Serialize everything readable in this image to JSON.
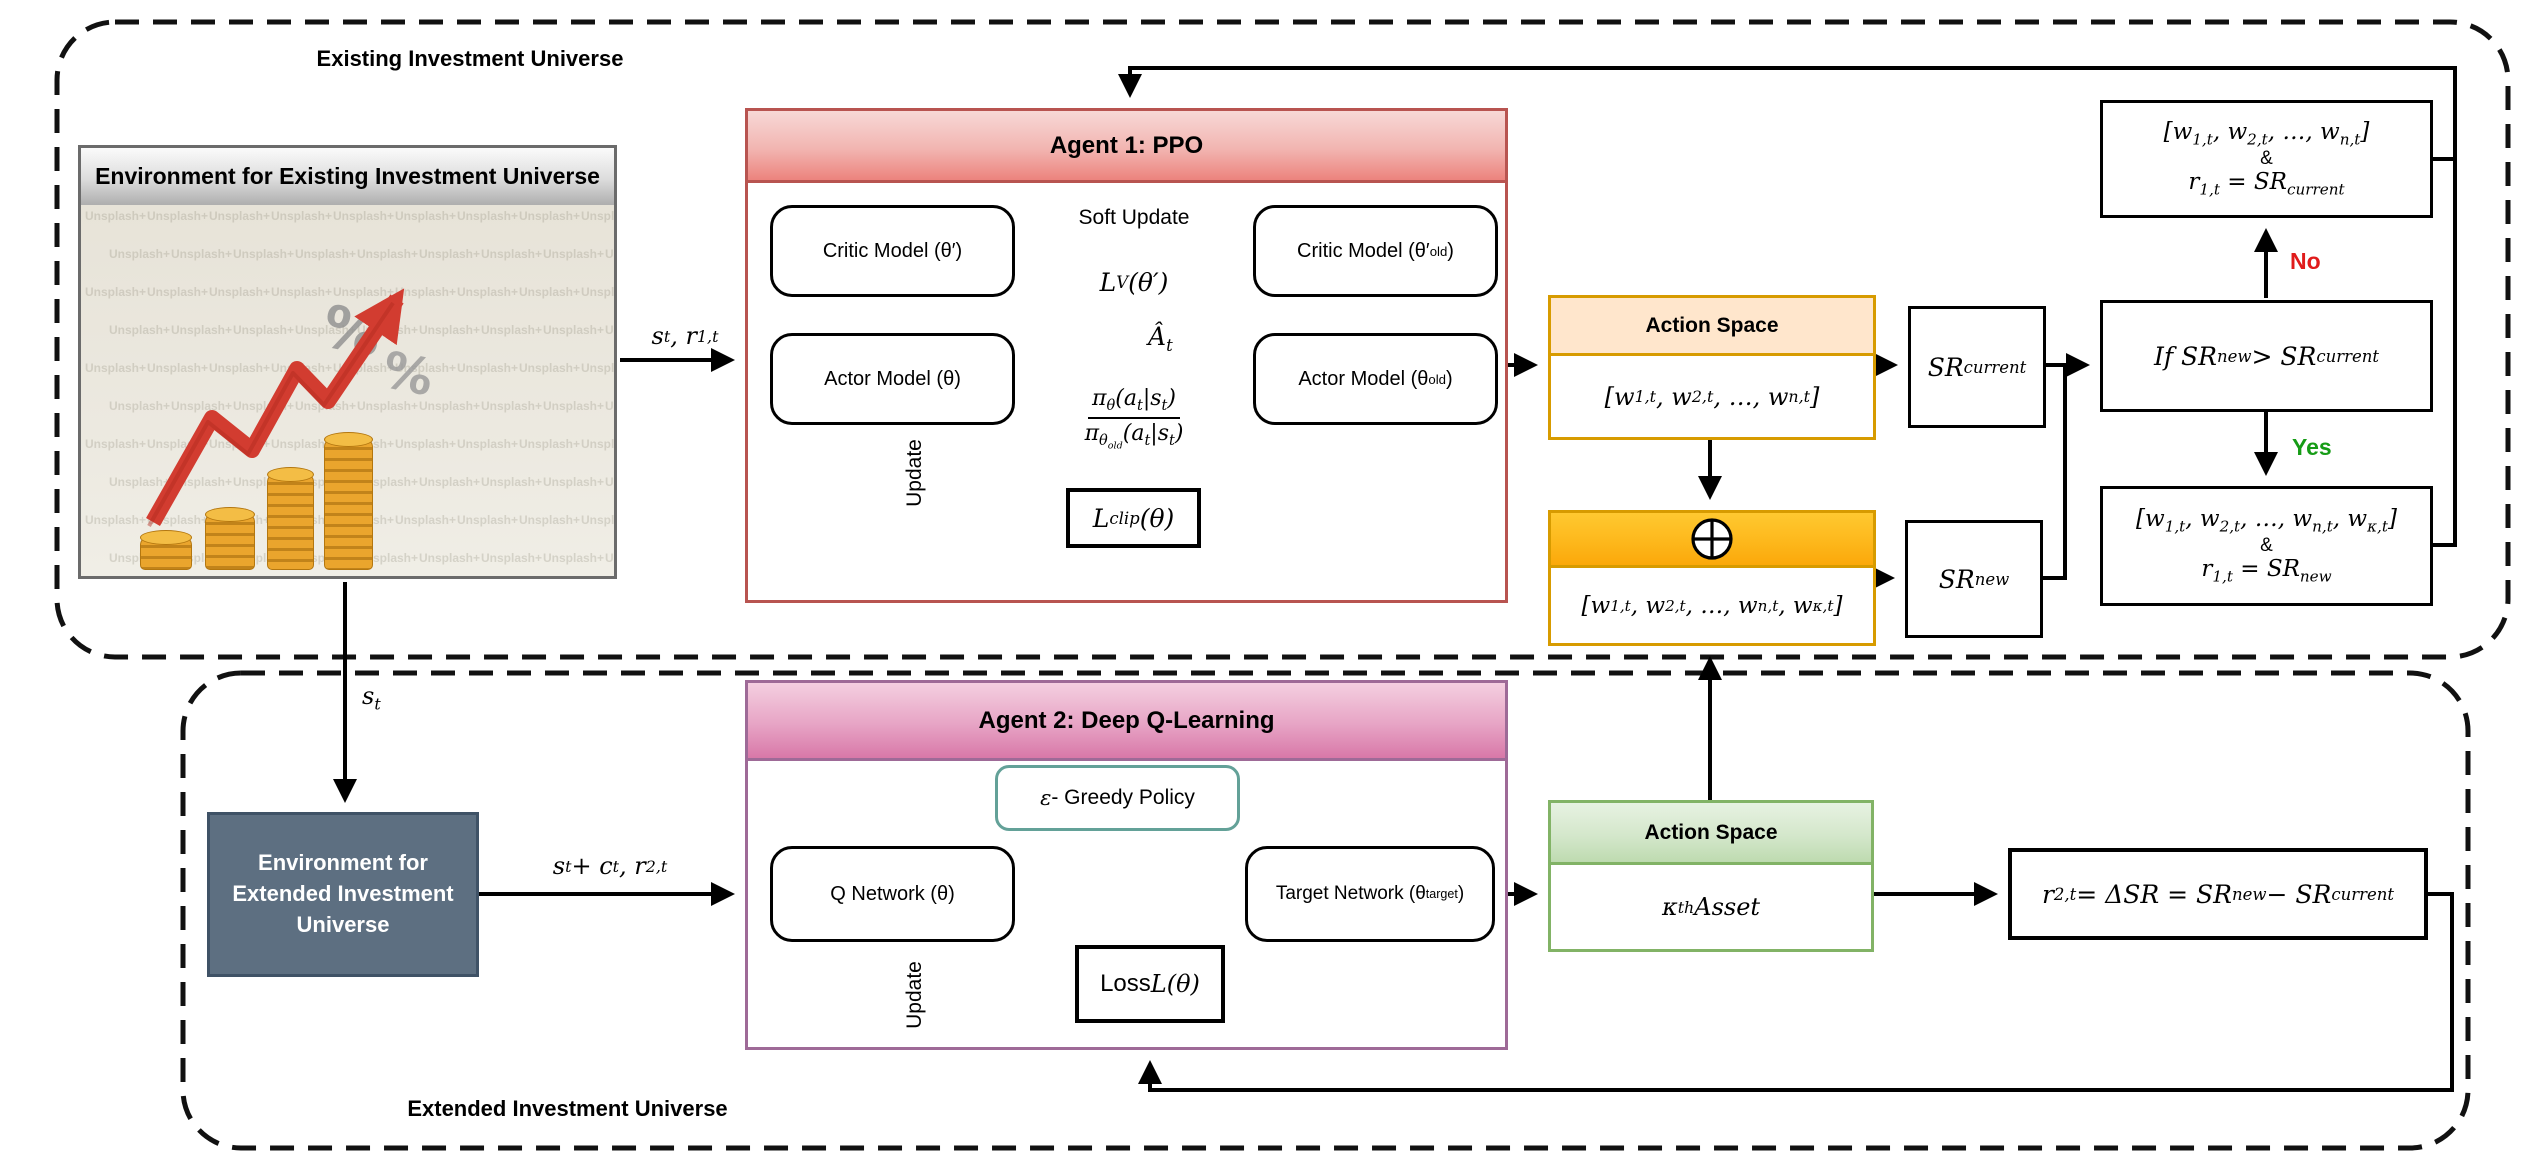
{
  "containers": {
    "existing": {
      "label": "Existing Investment Universe"
    },
    "extended": {
      "label": "Extended Investment Universe"
    }
  },
  "env_existing": {
    "title": "Environment for Existing Investment Universe",
    "watermark": "Unsplash+",
    "percent_large": "%",
    "percent_small": "%"
  },
  "env_extended": {
    "title": "Environment for Extended Investment Universe"
  },
  "agent1": {
    "title": "Agent 1: PPO",
    "critic": "Critic Model (θ′)",
    "critic_old": "Critic Model (θ′_{old})",
    "actor": "Actor Model (θ)",
    "actor_old": "Actor Model (θ_{old})",
    "soft_update": "Soft Update",
    "critic_loss": "L^{V}(θ′)",
    "advantage": "Â_{t}",
    "ratio_num": "π_{θ}(a_{t}|s_{t})",
    "ratio_den": "π_{θ_{old}}(a_{t}|s_{t})",
    "clip_loss": "L^{clip}(θ)",
    "update": "Update"
  },
  "agent2": {
    "title": "Agent 2: Deep Q-Learning",
    "q_network": "Q Network (θ)",
    "target_network": "Target Network (θ_{target})",
    "greedy_eps": "ε",
    "greedy_rest": " - Greedy Policy",
    "loss_prefix": "Loss ",
    "loss_math": "L(θ)",
    "update": "Update"
  },
  "action_space_ppo": {
    "title": "Action Space",
    "value": "[w_{1,t}, w_{2,t}, …, w_{n,t}]"
  },
  "combiner": {
    "icon": "oplus",
    "value": "[w_{1,t}, w_{2,t}, …, w_{n,t}, w_{κ,t}]"
  },
  "action_space_dqn": {
    "title": "Action Space",
    "value": "κ^{th} Asset"
  },
  "sharpe": {
    "current": "SR_{current}",
    "new": "SR_{new}"
  },
  "decision": {
    "condition": "If SR_{new} > SR_{current}",
    "no": "No",
    "yes": "Yes"
  },
  "outcome_no": {
    "line1": "[w_{1,t}, w_{2,t}, …, w_{n,t}]",
    "amp": "&",
    "line3": "r_{1,t} = SR_{current}"
  },
  "outcome_yes": {
    "line1": "[w_{1,t}, w_{2,t}, …, w_{n,t}, w_{κ,t}]",
    "amp": "&",
    "line3": "r_{1,t} = SR_{new}"
  },
  "reward2": "r_{2,t} = ΔSR = SR_{new} − SR_{current}",
  "flow_labels": {
    "state_reward1": "s_{t}, r_{1,t}",
    "state": "s_{t}",
    "state_cost_reward2": "s_{t} + c_{t}, r_{2,t}"
  },
  "colors": {
    "agent1_border": "#b85450",
    "agent1_header_top": "#f7d8d6",
    "agent1_header_bottom": "#ec837d",
    "agent2_border": "#9e6a97",
    "agent2_header_top": "#f4cfe0",
    "agent2_header_bottom": "#d878a8",
    "orange_border": "#d79b00",
    "orange_header": "#ffe6cc",
    "amber_top": "#ffc930",
    "amber_bottom": "#fba80a",
    "green_border": "#82b366",
    "green_header_top": "#e7f2e2",
    "green_header_bottom": "#bedbb0",
    "env2_fill": "#5d6f81",
    "env2_border": "#3f5266",
    "no_color": "#e01b1b",
    "yes_color": "#169c16",
    "bubble_border": "#63a198",
    "photo_arrow": "#d23c30"
  }
}
